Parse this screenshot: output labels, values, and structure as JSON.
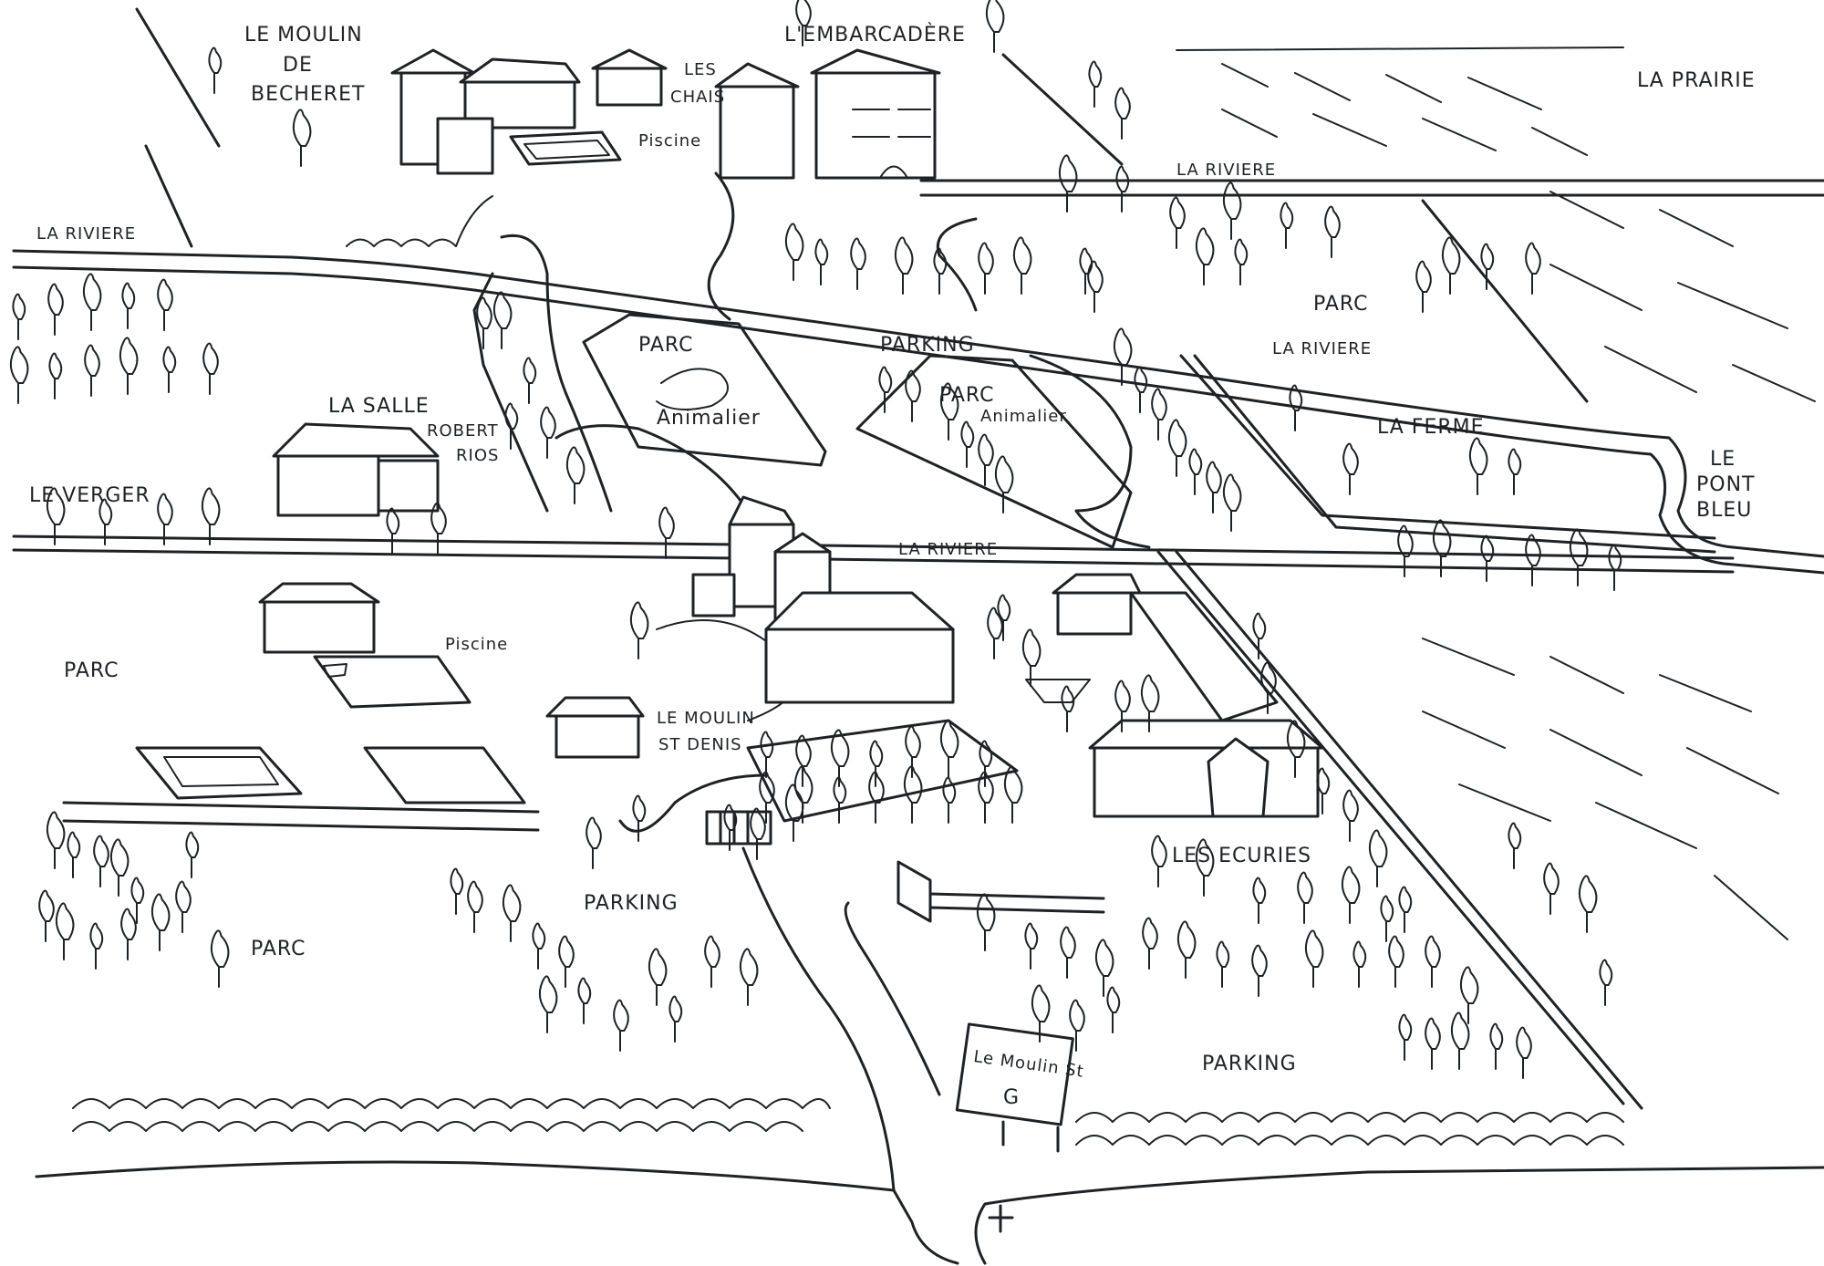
{
  "map": {
    "labels": {
      "moulin_becheret_1": "LE MOULIN",
      "moulin_becheret_2": "DE",
      "moulin_becheret_3": "BECHERET",
      "les_chais_1": "LES",
      "les_chais_2": "CHAIS",
      "piscine_top": "Piscine",
      "embarcadere": "L'EMBARCADÈRE",
      "la_prairie": "LA PRAIRIE",
      "riviere_top": "LA RIVIERE",
      "riviere_left": "LA RIVIERE",
      "riviere_mid": "LA RIVIERE",
      "riviere_lower": "LA RIVIERE",
      "parc_animalier_1_a": "PARC",
      "parc_animalier_1_b": "Animalier",
      "parc_animalier_2_a": "PARC",
      "parc_animalier_2_b": "Animalier",
      "parking_top": "PARKING",
      "parc_right": "PARC",
      "la_ferme": "LA FERME",
      "le_pont_bleu_1": "LE",
      "le_pont_bleu_2": "PONT",
      "le_pont_bleu_3": "BLEU",
      "la_salle": "LA SALLE",
      "robert_rios_1": "ROBERT",
      "robert_rios_2": "RIOS",
      "le_verger": "LE VERGER",
      "parc_left": "PARC",
      "piscine_left": "Piscine",
      "moulin_st_denis_1": "LE MOULIN",
      "moulin_st_denis_2": "ST DENIS",
      "les_ecuries": "LES ECURIES",
      "parking_left": "PARKING",
      "parc_bottom": "PARC",
      "parking_bottom": "PARKING",
      "sign_text": "Le Moulin St",
      "sign_logo": "G"
    }
  }
}
